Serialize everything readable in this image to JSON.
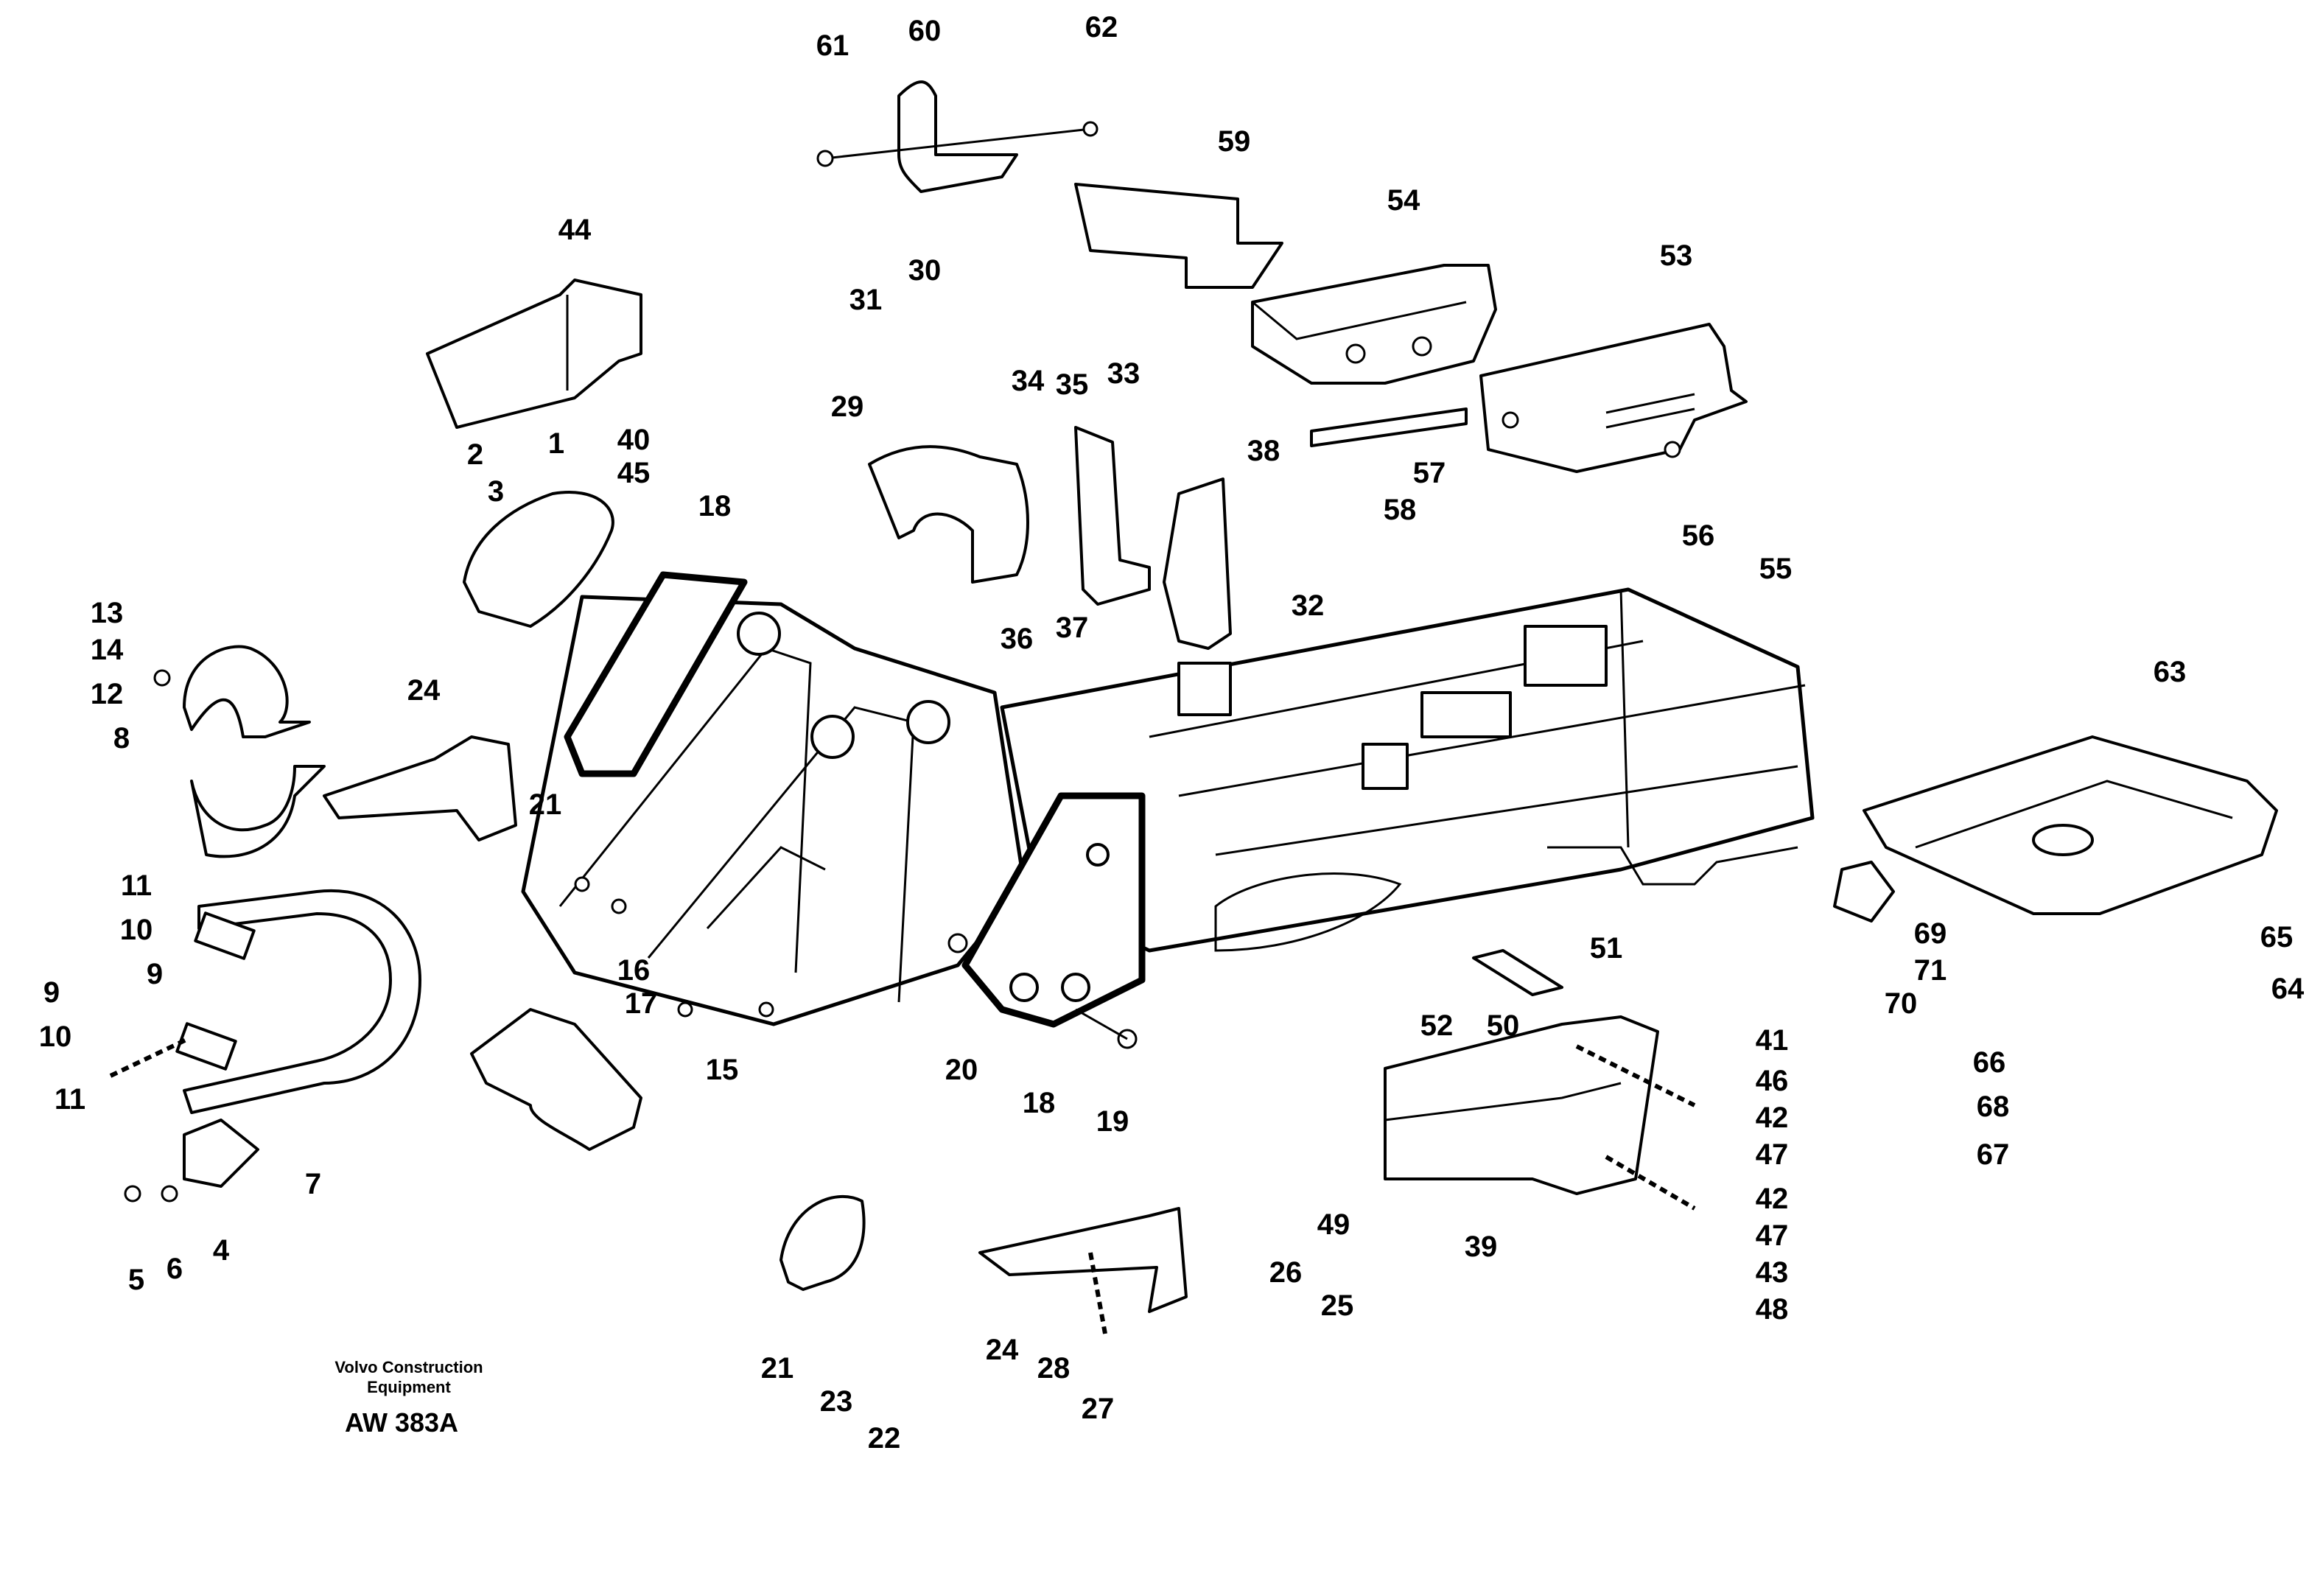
{
  "diagram": {
    "brand_line1": "Volvo Construction",
    "brand_line2": "Equipment",
    "reference_code": "AW 383A",
    "labels": {
      "l61": "61",
      "l60": "60",
      "l62": "62",
      "l59": "59",
      "l54": "54",
      "l53": "53",
      "l44": "44",
      "l31": "31",
      "l30": "30",
      "l29": "29",
      "l34": "34",
      "l35": "35",
      "l33": "33",
      "l38": "38",
      "l40": "40",
      "l45": "45",
      "l57": "57",
      "l58": "58",
      "l56": "56",
      "l55": "55",
      "l2": "2",
      "l3": "3",
      "l1": "1",
      "l18a": "18",
      "l32": "32",
      "l13": "13",
      "l14": "14",
      "l12": "12",
      "l8": "8",
      "l24a": "24",
      "l36": "36",
      "l37": "37",
      "l63": "63",
      "l21a": "21",
      "l11a": "11",
      "l10a": "10",
      "l9a": "9",
      "l9b": "9",
      "l10b": "10",
      "l11b": "11",
      "l16": "16",
      "l17": "17",
      "l15": "15",
      "l7": "7",
      "l5": "5",
      "l6": "6",
      "l4": "4",
      "l20": "20",
      "l18b": "18",
      "l19": "19",
      "l51": "51",
      "l52": "52",
      "l50": "50",
      "l69": "69",
      "l71": "71",
      "l70": "70",
      "l65": "65",
      "l64": "64",
      "l66": "66",
      "l68": "68",
      "l67": "67",
      "l41": "41",
      "l46": "46",
      "l42a": "42",
      "l47a": "47",
      "l42b": "42",
      "l47b": "47",
      "l43": "43",
      "l48": "48",
      "l49": "49",
      "l39": "39",
      "l26": "26",
      "l25": "25",
      "l24b": "24",
      "l28": "28",
      "l27": "27",
      "l21b": "21",
      "l23": "23",
      "l22": "22"
    }
  }
}
